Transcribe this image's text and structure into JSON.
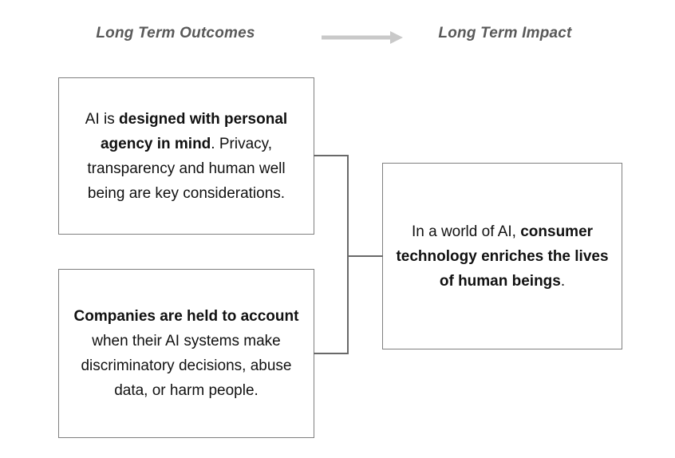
{
  "title": "Long term outcomes to long term impact diagram",
  "colors": {
    "background": "#ffffff",
    "box_border": "#7f7f7f",
    "connector": "#696969",
    "box_text": "#111111",
    "header_text": "#595959",
    "arrow": "#c9c9c9"
  },
  "header": {
    "outcomes_label": "Long Term Outcomes",
    "impact_label": "Long Term Impact",
    "arrow_icon": "arrow-right"
  },
  "outcomes": [
    {
      "id": "ai-personal-agency",
      "segments": [
        {
          "text": "AI is ",
          "bold": false
        },
        {
          "text": "designed with personal agency in mind",
          "bold": true
        },
        {
          "text": ". Privacy, transparency and human well being are key considerations.",
          "bold": false
        }
      ]
    },
    {
      "id": "companies-accountability",
      "segments": [
        {
          "text": "Companies are held to account",
          "bold": true
        },
        {
          "text": " when their AI systems make discriminatory decisions, abuse data, or harm people.",
          "bold": false
        }
      ]
    }
  ],
  "impact": {
    "id": "consumer-technology-enriches",
    "segments": [
      {
        "text": "In a world of AI, ",
        "bold": false
      },
      {
        "text": "consumer technology enriches the lives of human beings",
        "bold": true
      },
      {
        "text": ".",
        "bold": false
      }
    ]
  }
}
